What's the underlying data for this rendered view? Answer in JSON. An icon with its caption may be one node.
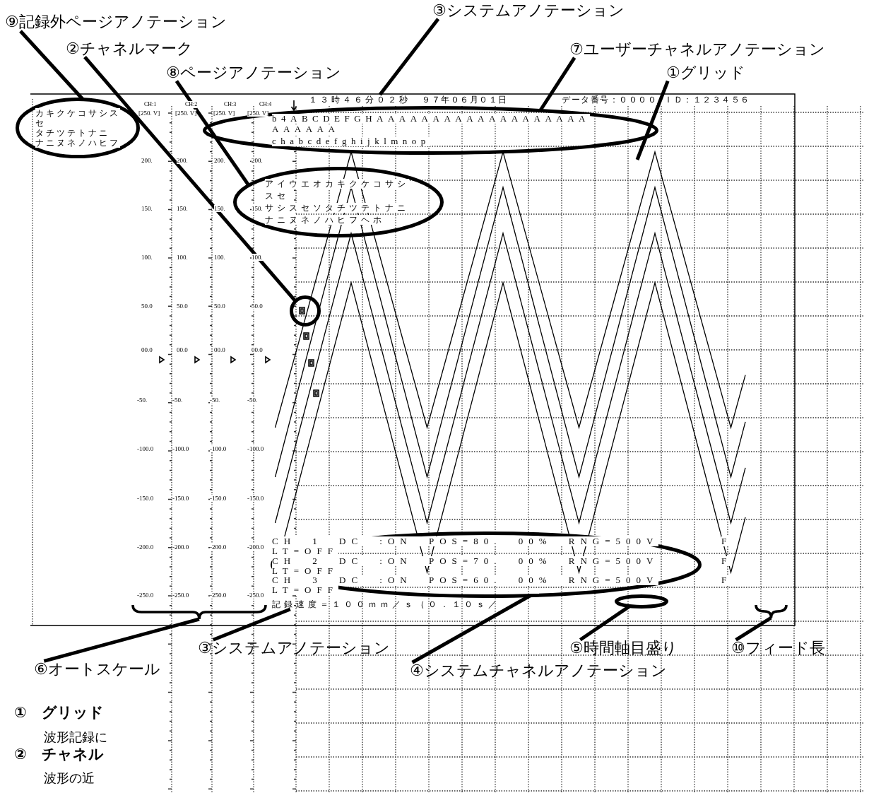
{
  "diagram": {
    "nodes": [
      {
        "text": [
          "⑨記録外ページアノテーション"
        ]
      },
      {
        "text": [
          "②チャネルマーク"
        ]
      },
      {
        "text": [
          "⑧ページアノテーション"
        ]
      },
      {
        "text": [
          "③システムアノテーション"
        ]
      },
      {
        "text": [
          "⑦ユーザーチャネルアノテーション"
        ]
      },
      {
        "text": [
          "①グリッド"
        ]
      },
      {
        "text": [],
        "shape": "ellipse"
      },
      {
        "text": [
          "１３時４６分０２秒"
        ]
      },
      {
        "text": [],
        "shape": "ellipse"
      },
      {
        "text": [],
        "shape": "ellipse"
      },
      {
        "text": [],
        "shape": "circle"
      },
      {
        "text": [],
        "shape": "ellipse"
      },
      {
        "text": [],
        "shape": "ellipse"
      },
      {
        "text": [
          "記録速度＝１００ｍｍ／ｓ（０．１０ｓ／"
        ]
      },
      {
        "text": [],
        "shape": "brace"
      },
      {
        "text": [],
        "shape": "brace"
      },
      {
        "text": [
          "③システムアノテーション"
        ]
      },
      {
        "text": [
          "⑥オートスケール"
        ]
      },
      {
        "text": [
          "④システムチャネルアノテーション"
        ]
      },
      {
        "text": [
          "⑤時間軸目盛り"
        ]
      },
      {
        "text": [
          "⑩フィード長"
        ]
      }
    ],
    "edges": [
      {
        "from": 0,
        "to": 6,
        "arrow": "none"
      },
      {
        "from": 1,
        "to": 10,
        "arrow": "none"
      },
      {
        "from": 2,
        "to": 9,
        "arrow": "none"
      },
      {
        "from": 3,
        "to": 7,
        "arrow": "none"
      },
      {
        "from": 4,
        "to": 8,
        "arrow": "none"
      },
      {
        "from": 5,
        "to": null,
        "arrow": "none"
      },
      {
        "from": 17,
        "to": 14,
        "arrow": "none"
      },
      {
        "from": 16,
        "to": 13,
        "arrow": "none"
      },
      {
        "from": 18,
        "to": 11,
        "arrow": "none"
      },
      {
        "from": 19,
        "to": 12,
        "arrow": "none"
      },
      {
        "from": 20,
        "to": 15,
        "arrow": "none"
      }
    ],
    "labels": [
      "カキクケコサシス",
      "セ",
      "タチツテトナニ",
      "ナニヌネノハヒフ",
      "CH:1",
      "CH:2",
      "CH:3",
      "CH:4",
      "９７年０６月０１日",
      "データ番号：００００",
      "ＩＤ：１２３４５６",
      "[250. V]",
      "[250. V]",
      "[250. V]",
      "[250. V]",
      "200.",
      "200.",
      "200.",
      "200.",
      "150.",
      "150.",
      "150.",
      "150.",
      "100.",
      "100.",
      "100.",
      "100.",
      "50.0",
      "50.0",
      "50.0",
      "50.0",
      "00.0",
      "00.0",
      "00.0",
      "00.0",
      "-50.",
      "-50.",
      "-50.",
      "-50.",
      "-100.0",
      "-100.0",
      "-100.0",
      "-100.0",
      "-150.0",
      "-150.0",
      "-150.0",
      "-150.0",
      "-200.0",
      "-200.0",
      "-200.0",
      "-200.0",
      "-250.0",
      "-250.0",
      "-250.0",
      "-250.0",
      "b4ABCDEFGHAAAAAAAAAAAAAAAAAAA",
      "AAAAAA",
      "chabcdefghijklmnop",
      "アイウエオカキクケコサシ",
      "スセ",
      "サシスセソタチツテトナニ",
      "ナニヌネノハヒフヘホ",
      "CH 1 DC :ON POS=80. 00% RNG=500V",
      "F",
      "LT=OFF",
      "CH 2 DC :ON POS=70. 00% RNG=500V",
      "F",
      "LT=OFF",
      "CH 3 DC :ON POS=60. 00% RNG=500V",
      "F",
      "LT=OFF",
      "① グリッド",
      "波形記録に",
      "② チャネル",
      "波形の近"
    ]
  }
}
